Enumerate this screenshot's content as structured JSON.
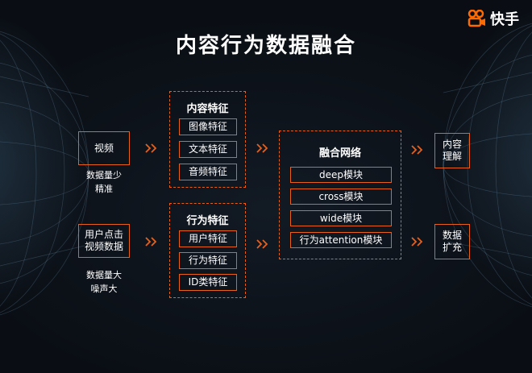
{
  "title": "内容行为数据融合",
  "logo": {
    "text": "快手",
    "icon": "kuaishou-logo-icon",
    "color": "#ff6a00"
  },
  "accent_color": "#e8611a",
  "inputs": [
    {
      "label": "视频",
      "note_line1": "数据量少",
      "note_line2": "精准"
    },
    {
      "label_line1": "用户点击",
      "label_line2": "视频数据",
      "note_line1": "数据量大",
      "note_line2": "噪声大"
    }
  ],
  "content_features": {
    "title": "内容特征",
    "items": [
      "图像特征",
      "文本特征",
      "音频特征"
    ]
  },
  "behavior_features": {
    "title": "行为特征",
    "items": [
      "用户特征",
      "行为特征",
      "ID类特征"
    ]
  },
  "fusion": {
    "title": "融合网络",
    "modules": [
      "deep模块",
      "cross模块",
      "wide模块",
      "行为attention模块"
    ]
  },
  "outputs": [
    {
      "line1": "内容",
      "line2": "理解"
    },
    {
      "line1": "数据",
      "line2": "扩充"
    }
  ],
  "arrow_glyph": "double-chevron-right-icon"
}
